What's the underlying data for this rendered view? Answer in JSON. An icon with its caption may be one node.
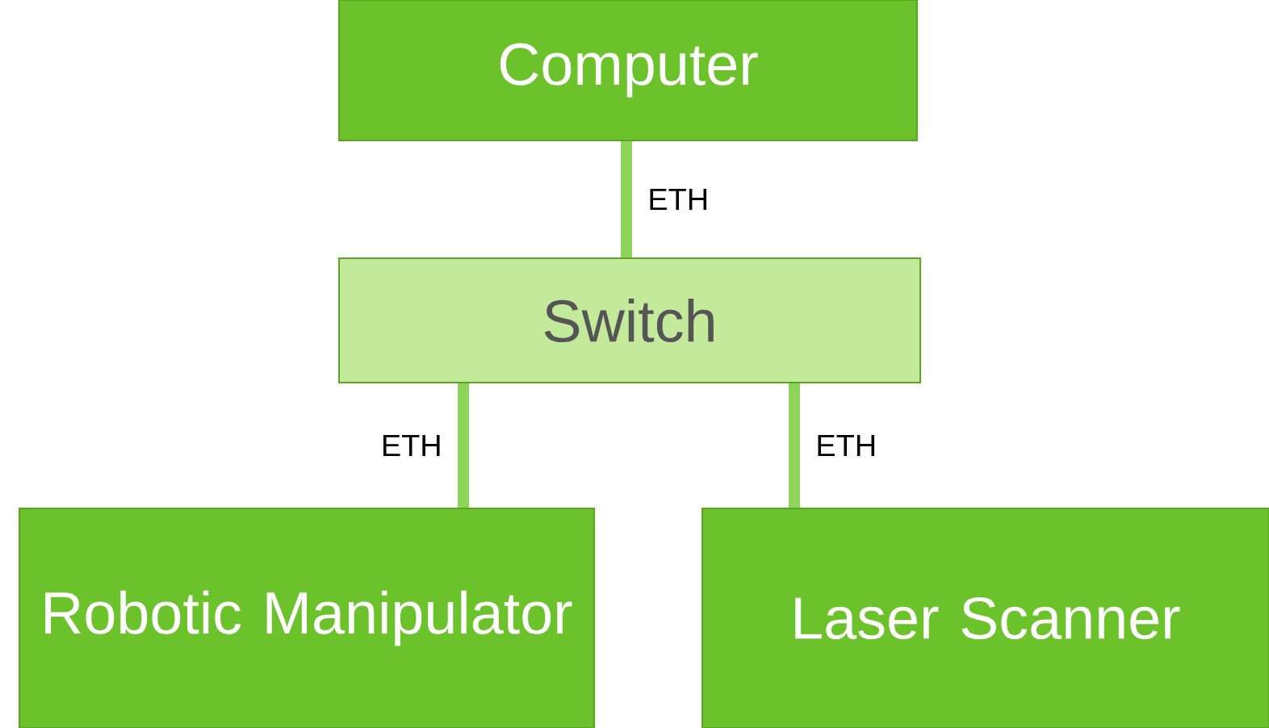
{
  "diagram": {
    "nodes": [
      {
        "text": [
          "Computer"
        ]
      },
      {
        "text": [
          "Switch"
        ]
      },
      {
        "text": [
          "Robotic Manipulator"
        ]
      },
      {
        "text": [
          "Laser Scanner"
        ]
      }
    ],
    "edges": [
      {
        "from": 0,
        "to": 1,
        "arrow": "none",
        "label": "ETH"
      },
      {
        "from": 1,
        "to": 2,
        "arrow": "none",
        "label": "ETH"
      },
      {
        "from": 1,
        "to": 3,
        "arrow": "none",
        "label": "ETH"
      }
    ]
  }
}
